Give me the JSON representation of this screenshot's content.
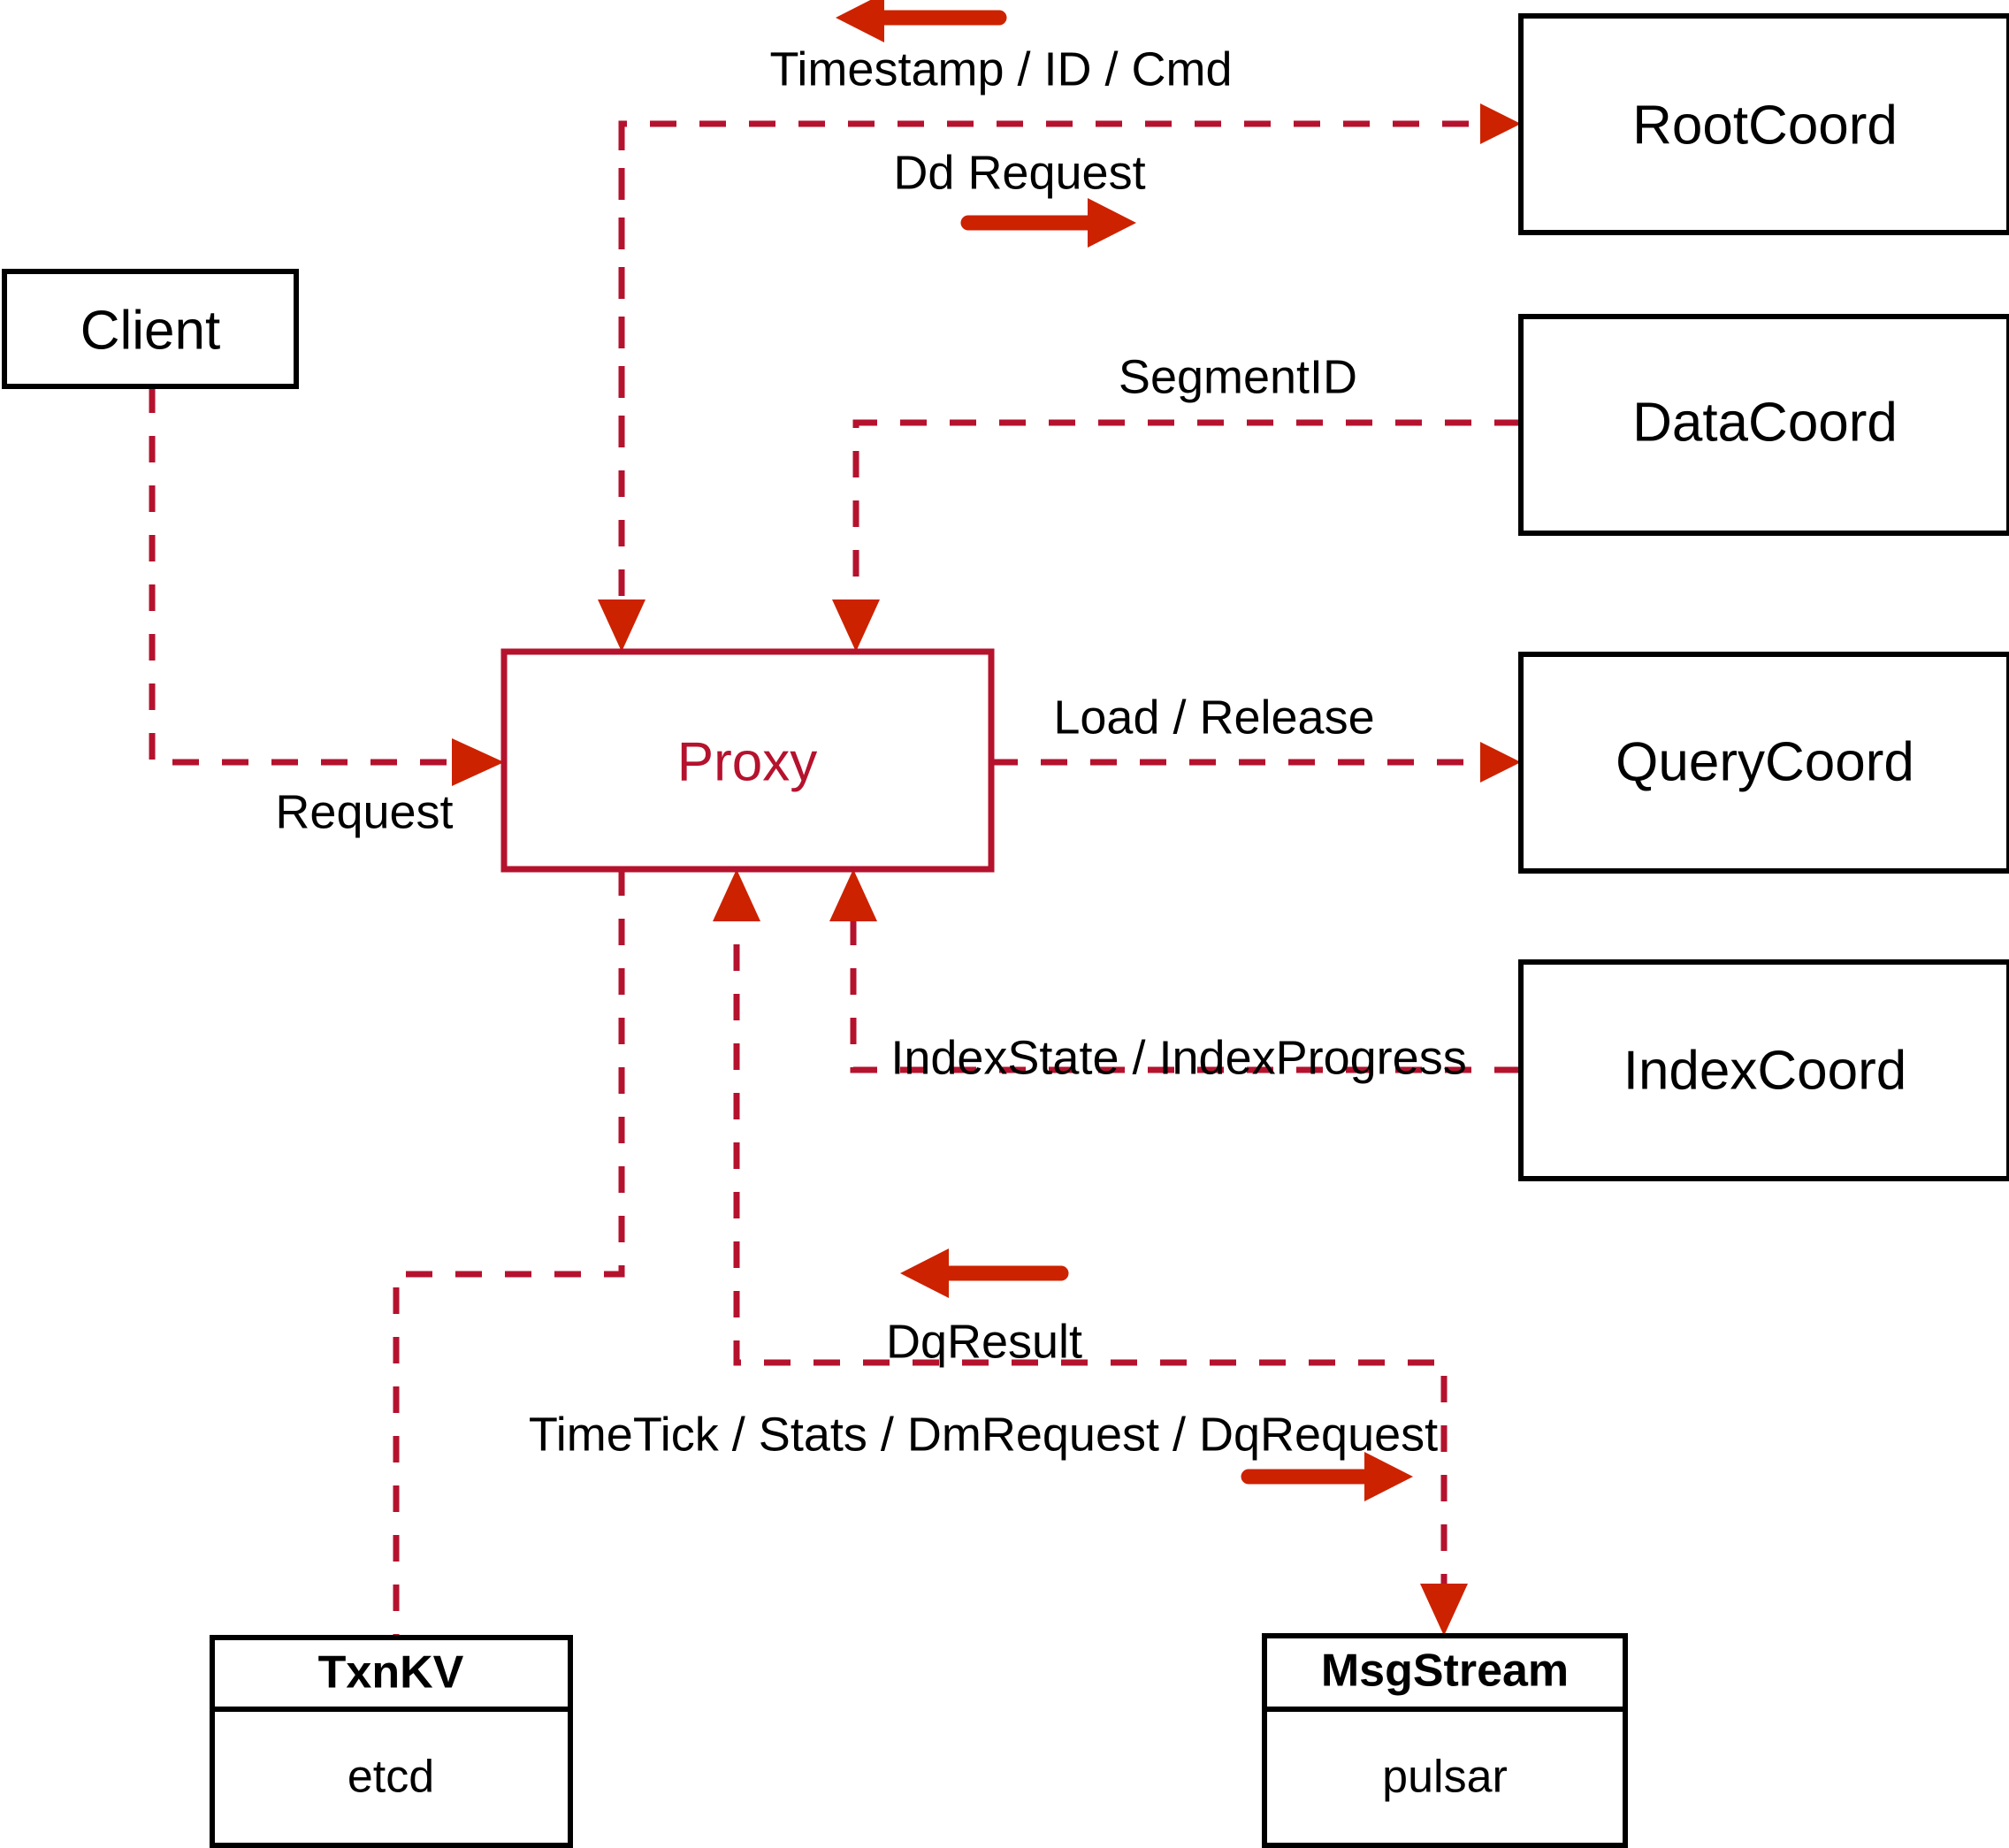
{
  "diagram": {
    "title": "Milvus Proxy interaction diagram",
    "accent_color": "#b5122e",
    "arrow_color": "#cc2200",
    "node_border_color": "#000000",
    "background_color": "#ffffff"
  },
  "nodes": {
    "client": {
      "label": "Client"
    },
    "proxy": {
      "label": "Proxy"
    },
    "root_coord": {
      "label": "RootCoord"
    },
    "data_coord": {
      "label": "DataCoord"
    },
    "query_coord": {
      "label": "QueryCoord"
    },
    "index_coord": {
      "label": "IndexCoord"
    },
    "txnkv": {
      "title": "TxnKV",
      "impl": "etcd"
    },
    "msgstream": {
      "title": "MsgStream",
      "impl": "pulsar"
    }
  },
  "edges": {
    "timestamp_id_cmd": {
      "label": "Timestamp / ID / Cmd",
      "direction": "left"
    },
    "dd_request": {
      "label": "Dd Request",
      "direction": "right"
    },
    "segment_id": {
      "label": "SegmentID",
      "direction": "left"
    },
    "load_release": {
      "label": "Load / Release",
      "direction": "right"
    },
    "index_state": {
      "label": "IndexState / IndexProgress",
      "direction": "left"
    },
    "request": {
      "label": "Request",
      "direction": "right"
    },
    "dq_result": {
      "label": "DqResult",
      "direction": "left"
    },
    "timetick_stats": {
      "label": "TimeTick / Stats / DmRequest / DqRequest",
      "direction": "right"
    }
  }
}
